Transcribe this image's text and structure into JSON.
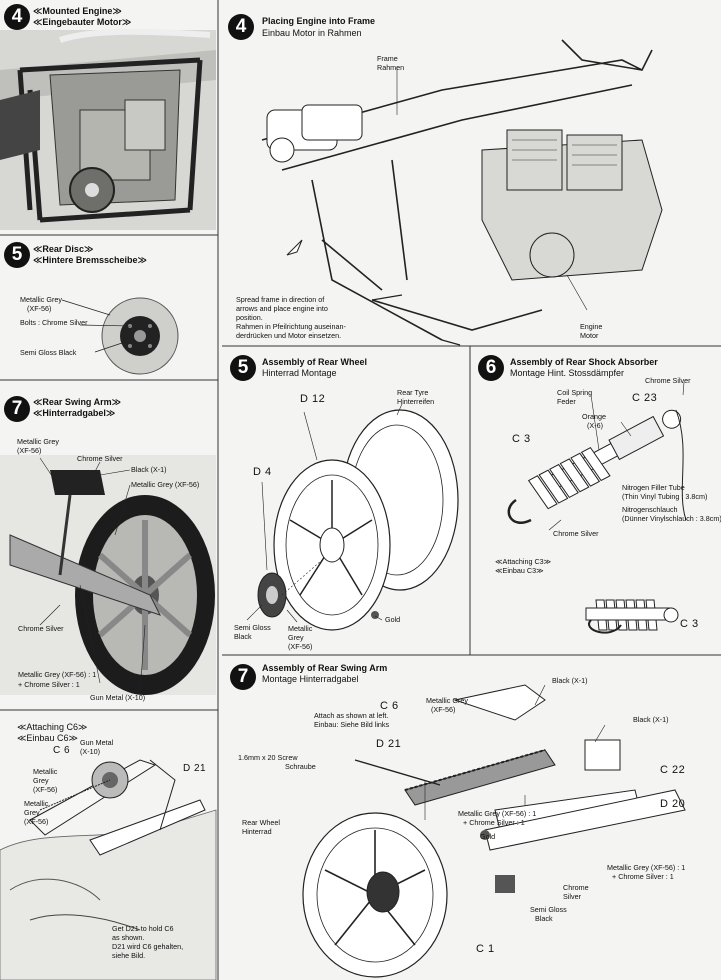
{
  "steps": {
    "s4_left": {
      "number": "4",
      "title_en": "≪Mounted Engine≫",
      "title_de": "≪Eingebauter Motor≫"
    },
    "s5_left": {
      "number": "5",
      "title_en": "≪Rear Disc≫",
      "title_de": "≪Hintere Bremsscheibe≫",
      "labels": {
        "metallic_grey": "Metallic Grey",
        "xf56": "(XF-56)",
        "bolts": "Bolts : Chrome Silver",
        "semi_gloss": "Semi Gloss Black"
      }
    },
    "s7_left": {
      "number": "7",
      "title_en": "≪Rear Swing Arm≫",
      "title_de": "≪Hinterradgabel≫",
      "labels": {
        "metallic_grey": "Metallic Grey",
        "xf56": "(XF-56)",
        "chrome_silver": "Chrome Silver",
        "black": "Black (X-1)",
        "metallic_grey_xf56": "Metallic Grey (XF-56)",
        "chrome_silver2": "Chrome Silver",
        "mix1": "Metallic Grey (XF-56) : 1",
        "mix2": "+ Chrome Silver : 1",
        "gun_metal": "Gun Metal (X-10)"
      }
    },
    "attach_c6": {
      "title_en": "≪Attaching C6≫",
      "title_de": "≪Einbau C6≫",
      "labels": {
        "c6": "C 6",
        "gun_metal": "Gun Metal",
        "x10": "(X-10)",
        "d21": "D 21",
        "mg1": "Metallic",
        "mg2": "Grey",
        "mg3": "(XF-56)",
        "note1": "Get D21 to hold C6",
        "note2": "as shown.",
        "note3": "D21 wird C6 gehalten,",
        "note4": "siehe Bild."
      }
    },
    "s4_right": {
      "number": "4",
      "title_en": "Placing Engine into Frame",
      "title_de": "Einbau Motor in Rahmen",
      "labels": {
        "frame": "Frame",
        "rahmen": "Rahmen",
        "spread1": "Spread frame in direction of",
        "spread2": "arrows and place engine into",
        "spread3": "position.",
        "spread4": "Rahmen in Pfeilrichtung auseinan-",
        "spread5": "derdrücken und Motor einsetzen.",
        "engine": "Engine",
        "motor": "Motor"
      }
    },
    "s5_right": {
      "number": "5",
      "title_en": "Assembly of Rear Wheel",
      "title_de": "Hinterrad Montage",
      "labels": {
        "d12": "D 12",
        "rear_tyre": "Rear Tyre",
        "hinterreifen": "Hinterreifen",
        "d4": "D 4",
        "semi_gloss": "Semi Gloss",
        "black": "Black",
        "metallic": "Metallic",
        "grey": "Grey",
        "xf56": "(XF-56)",
        "gold": "Gold"
      }
    },
    "s6_right": {
      "number": "6",
      "title_en": "Assembly of Rear Shock Absorber",
      "title_de": "Montage Hint. Stossdämpfer",
      "labels": {
        "chrome_silver": "Chrome Silver",
        "coil_spring": "Coil Spring",
        "feder": "Feder",
        "orange": "Orange",
        "x6": "(X-6)",
        "c23": "C 23",
        "c3": "C 3",
        "nitrogen1": "Nitrogen Filler Tube",
        "nitrogen2": "(Thin Vinyl Tubing : 3.8cm)",
        "nitrogen3": "Nitrogenschlauch",
        "nitrogen4": "(Dünner Vinylschlauch : 3.8cm)",
        "chrome_silver_b": "Chrome Silver",
        "attach_en": "≪Attaching C3≫",
        "attach_de": "≪Einbau C3≫",
        "c3b": "C 3"
      }
    },
    "s7_right": {
      "number": "7",
      "title_en": "Assembly of Rear Swing Arm",
      "title_de": "Montage Hinterradgabel",
      "labels": {
        "c6": "C 6",
        "attach1": "Attach as shown at left.",
        "attach2": "Einbau: Siehe Bild links",
        "mg": "Metallic Grey",
        "xf56": "(XF-56)",
        "black1": "Black (X-1)",
        "black2": "Black (X-1)",
        "d21": "D 21",
        "screw1": "1.6mm x 20 Screw",
        "screw2": "Schraube",
        "c22": "C 22",
        "rear_wheel": "Rear Wheel",
        "hinterrad": "Hinterrad",
        "mix1": "Metallic Grey (XF-56) : 1",
        "mix2": "+ Chrome Silver : 1",
        "gold": "Gold",
        "d20": "D 20",
        "mix3": "Metallic Grey (XF-56) : 1",
        "mix4": "+ Chrome Silver : 1",
        "chrome": "Chrome",
        "silver": "Silver",
        "semi_gloss": "Semi Gloss",
        "black3": "Black",
        "c1": "C 1"
      }
    }
  }
}
